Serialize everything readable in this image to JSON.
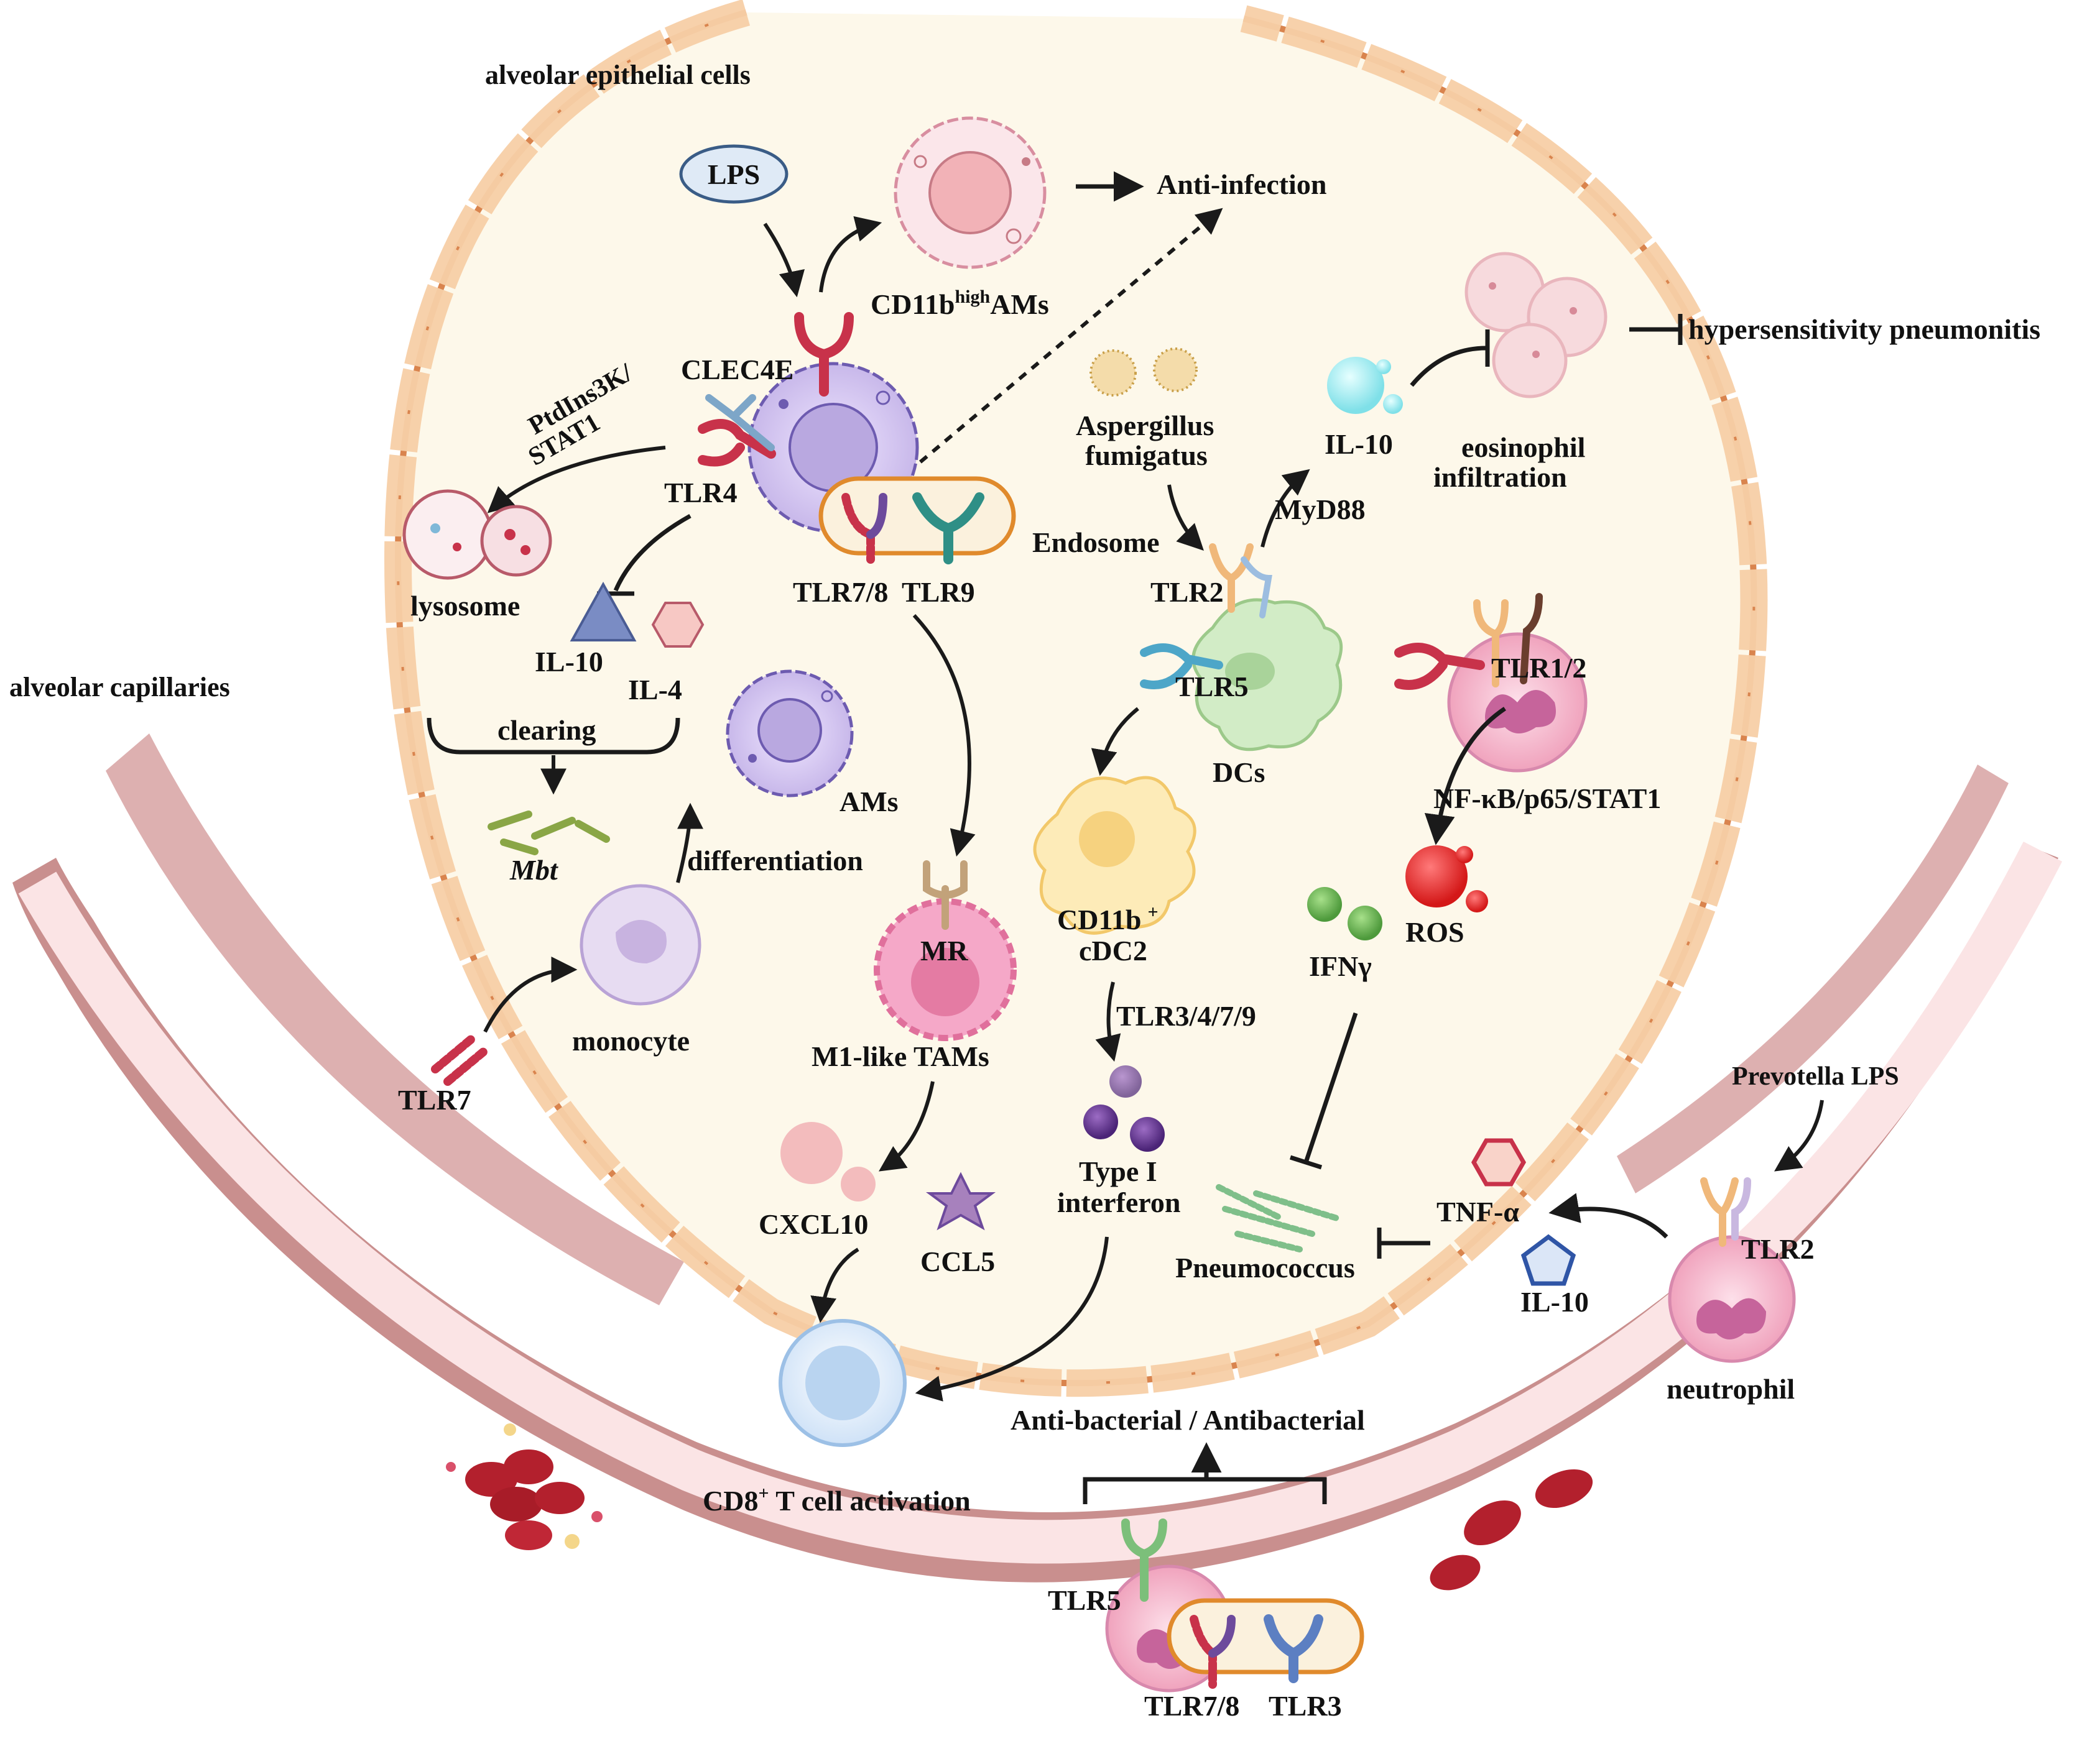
{
  "colors": {
    "background": "#ffffff",
    "alveolus_fill": "#fdf8ea",
    "epithelium": "#f7cfa6",
    "epithelium_outline": "#d9844e",
    "capillary_wall": "#c98f8e",
    "capillary_lumen": "#fbe4e5",
    "rbc": "#b3202d",
    "endosome": "#e08a2c",
    "tlr_red": "#c8324a",
    "tlr_teal": "#2f8f86",
    "tlr_purple": "#6d4a9c",
    "tlr_green": "#7cbf7a",
    "tlr_blue": "#5c7fc2",
    "arrow": "#1a1a1a"
  },
  "labels": {
    "alveolar_epithelial_cells": "alveolar epithelial cells",
    "alveolar_capillaries": "alveolar capillaries",
    "lps": "LPS",
    "anti_infection": "Anti-infection",
    "cd11b_high_ams_main": "CD11b",
    "cd11b_high_ams_sup": "high",
    "cd11b_high_ams_tail": "AMs",
    "hypersensitivity_pneumonitis": "hypersensitivity pneumonitis",
    "clec4e": "CLEC4E",
    "ptdins3k_line1": "PtdIns3K/",
    "ptdins3k_line2": "STAT1",
    "tlr4": "TLR4",
    "endosome": "Endosome",
    "tlr78_top": "TLR7/8",
    "tlr9": "TLR9",
    "lysosome": "lysosome",
    "il10_left": "IL-10",
    "il4": "IL-4",
    "clearing": "clearing",
    "mbt": "Mbt",
    "ams": "AMs",
    "differentiation": "differentiation",
    "monocyte": "monocyte",
    "tlr7": "TLR7",
    "mr": "MR",
    "m1_tams": "M1-like TAMs",
    "cxcl10": "CXCL10",
    "ccl5": "CCL5",
    "cd8_main": "CD8",
    "cd8_sup": "+",
    "cd8_tail": " T cell activation",
    "aspergillus_line1": "Aspergillus",
    "aspergillus_line2": "fumigatus",
    "il10_top": "IL-10",
    "myd88": "MyD88",
    "eosinophil_line1": "eosinophil",
    "eosinophil_line2": "infiltration",
    "tlr2_dc": "TLR2",
    "tlr5_dc": "TLR5",
    "dcs": "DCs",
    "tlr12": "TLR1/2",
    "nfkb": "NF-κB/p65/STAT1",
    "cd11b_cdc2_line1": "CD11b",
    "cd11b_cdc2_sup": "+",
    "cd11b_cdc2_line2": "cDC2",
    "tlr3479": "TLR3/4/7/9",
    "type1_line1": "Type I",
    "type1_line2": "interferon",
    "ifng": "IFNγ",
    "ros": "ROS",
    "pneumococcus": "Pneumococcus",
    "tnfa": "TNF-α",
    "il10_right": "IL-10",
    "prevotella": "Prevotella LPS",
    "tlr2_neut": "TLR2",
    "neutrophil": "neutrophil",
    "anti_bacterial": "Anti-bacterial / Antibacterial",
    "tlr5_bottom": "TLR5",
    "tlr78_bottom": "TLR7/8",
    "tlr3_bottom": "TLR3"
  }
}
